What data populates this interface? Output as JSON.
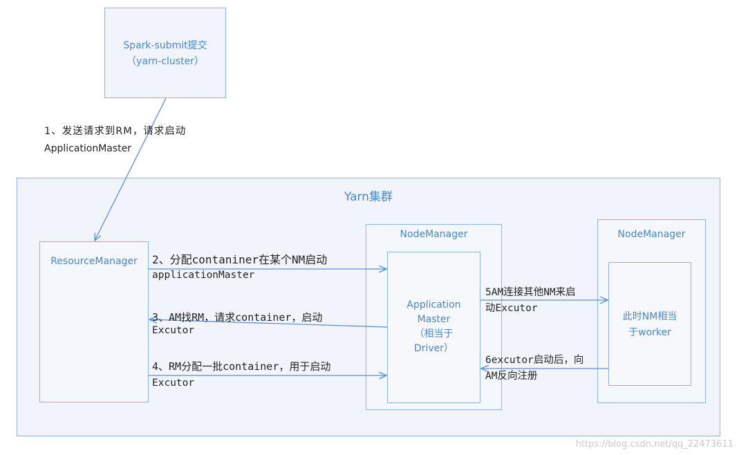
{
  "submit_box": {
    "line1": "Spark-submit提交",
    "line2": "（yarn-cluster）"
  },
  "cluster": {
    "title": "Yarn集群"
  },
  "resource_manager": {
    "title": "ResourceManager"
  },
  "node_manager_1": {
    "title": "NodeManager",
    "app_master": {
      "line1": "Application",
      "line2": "Master",
      "line3": "（相当于",
      "line4": "Driver）"
    }
  },
  "node_manager_2": {
    "title": "NodeManager",
    "worker": {
      "line1": "此时NM相当",
      "line2": "于worker"
    }
  },
  "steps": {
    "step1": {
      "line1": "1、发送请求到RM，请求启动",
      "line2": "ApplicationMaster"
    },
    "step2": {
      "line1": "2、分配contaniner在某个NM启动",
      "line2": "applicationMaster"
    },
    "step3": {
      "line1": "3、AM找RM，请求container，启动",
      "line2": "Excutor"
    },
    "step4": {
      "line1": "4、RM分配一批container，用于启动",
      "line2": "Excutor"
    },
    "step5": {
      "line1": "5AM连接其他NM来启",
      "line2": "动Excutor"
    },
    "step6": {
      "line1": "6excutor启动后，向",
      "line2": "AM反向注册"
    }
  },
  "watermark": "https://blog.csdn.net/qq_22473611",
  "colors": {
    "border": "#8db3e2",
    "title_text": "#4a86c8",
    "arrow": "#5b8fcf",
    "fill": "#f1f5fb"
  }
}
